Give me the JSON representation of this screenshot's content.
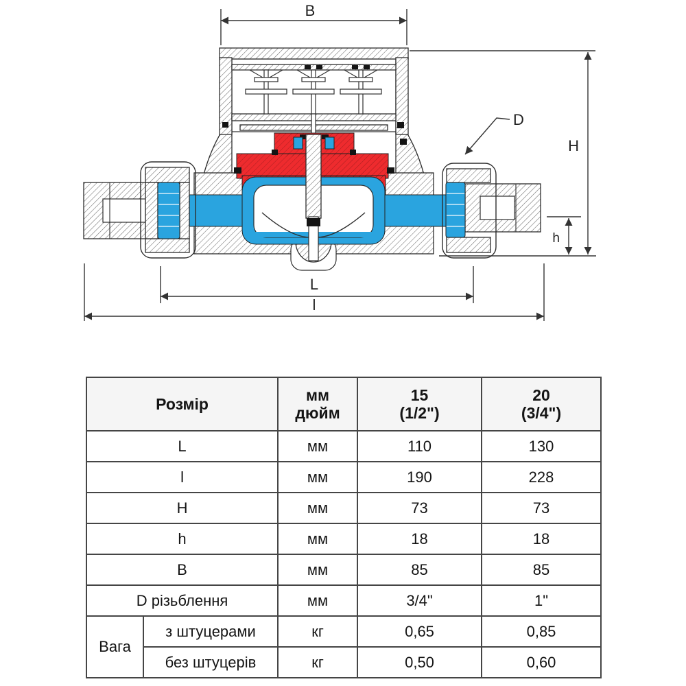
{
  "diagram": {
    "labels": {
      "width_top": "B",
      "height_total": "H",
      "height_inlet": "h",
      "thread": "D",
      "length_body": "L",
      "length_total": "l"
    },
    "colors": {
      "red": "#ee2b2e",
      "blue": "#2aa4df"
    }
  },
  "table": {
    "header": {
      "size": "Розмір",
      "unit": {
        "line1": "мм",
        "line2": "дюйм"
      },
      "dn15": {
        "line1": "15",
        "line2": "(1/2\")"
      },
      "dn20": {
        "line1": "20",
        "line2": "(3/4\")"
      }
    },
    "rows": [
      {
        "label": "L",
        "unit": "мм",
        "dn15": "110",
        "dn20": "130"
      },
      {
        "label": "l",
        "unit": "мм",
        "dn15": "190",
        "dn20": "228"
      },
      {
        "label": "H",
        "unit": "мм",
        "dn15": "73",
        "dn20": "73"
      },
      {
        "label": "h",
        "unit": "мм",
        "dn15": "18",
        "dn20": "18"
      },
      {
        "label": "B",
        "unit": "мм",
        "dn15": "85",
        "dn20": "85"
      },
      {
        "label": "D різьблення",
        "unit": "мм",
        "dn15": "3/4\"",
        "dn20": "1\""
      }
    ],
    "weight": {
      "label": "Вага",
      "rows": [
        {
          "label": "з штуцерами",
          "unit": "кг",
          "dn15": "0,65",
          "dn20": "0,85"
        },
        {
          "label": "без штуцерів",
          "unit": "кг",
          "dn15": "0,50",
          "dn20": "0,60"
        }
      ]
    }
  }
}
